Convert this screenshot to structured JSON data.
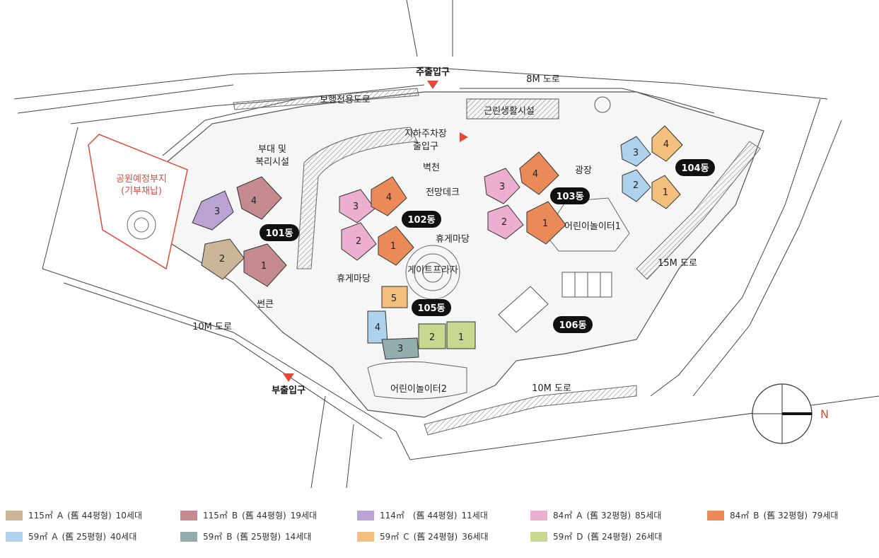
{
  "colors": {
    "c115a": "#cbb597",
    "c115b": "#c48a8e",
    "c114": "#b9a3d3",
    "c84a": "#ecafcf",
    "c84b": "#e98a58",
    "c59a": "#aed2ec",
    "c59b": "#93aeac",
    "c59c": "#f2c07c",
    "c59d": "#c8d98f",
    "label_red": "#e24a3a",
    "pill": "#111111"
  },
  "labels": {
    "main_entrance": "주출입구",
    "sub_entrance": "부출입구",
    "road_8m": "8M 도로",
    "road_10m_left": "10M 도로",
    "road_10m_bottom": "10M 도로",
    "road_15m": "15M 도로",
    "pedestrian_road": "보행전용도로",
    "commercial": "근린생활시설",
    "parking_line1": "지하주차장",
    "parking_line2": "출입구",
    "welfare_line1": "부대 및",
    "welfare_line2": "복리시설",
    "park_line1": "공원예정부지",
    "park_line2": "(기부채납)",
    "wall_fountain": "벽천",
    "observation_deck": "전망데크",
    "rest_yard_center": "휴게마당",
    "rest_yard_left": "휴게마당",
    "gate_plaza": "게이트프라자",
    "square": "광장",
    "playground1": "어린이놀이터1",
    "playground2": "어린이놀이터2",
    "sunken": "썬큰"
  },
  "buildings": {
    "b101": "101동",
    "b102": "102동",
    "b103": "103동",
    "b104": "104동",
    "b105": "105동",
    "b106": "106동"
  },
  "units": [
    "1",
    "2",
    "3",
    "4",
    "5"
  ],
  "legend": [
    {
      "area": "115㎡",
      "type": "A",
      "old": "(舊 44평형)",
      "count": "10세대",
      "color_key": "c115a"
    },
    {
      "area": "115㎡",
      "type": "B",
      "old": "(舊 44평형)",
      "count": "19세대",
      "color_key": "c115b"
    },
    {
      "area": "114㎡",
      "type": "",
      "old": "(舊 44평형)",
      "count": "11세대",
      "color_key": "c114"
    },
    {
      "area": "84㎡",
      "type": "A",
      "old": "(舊 32평형)",
      "count": "85세대",
      "color_key": "c84a"
    },
    {
      "area": "84㎡",
      "type": "B",
      "old": "(舊 32평형)",
      "count": "79세대",
      "color_key": "c84b"
    },
    {
      "area": "59㎡",
      "type": "A",
      "old": "(舊 25평형)",
      "count": "40세대",
      "color_key": "c59a"
    },
    {
      "area": "59㎡",
      "type": "B",
      "old": "(舊 25평형)",
      "count": "14세대",
      "color_key": "c59b"
    },
    {
      "area": "59㎡",
      "type": "C",
      "old": "(舊 24평형)",
      "count": "36세대",
      "color_key": "c59c"
    },
    {
      "area": "59㎡",
      "type": "D",
      "old": "(舊 24평형)",
      "count": "26세대",
      "color_key": "c59d"
    }
  ],
  "compass": {
    "north_label": "N"
  }
}
